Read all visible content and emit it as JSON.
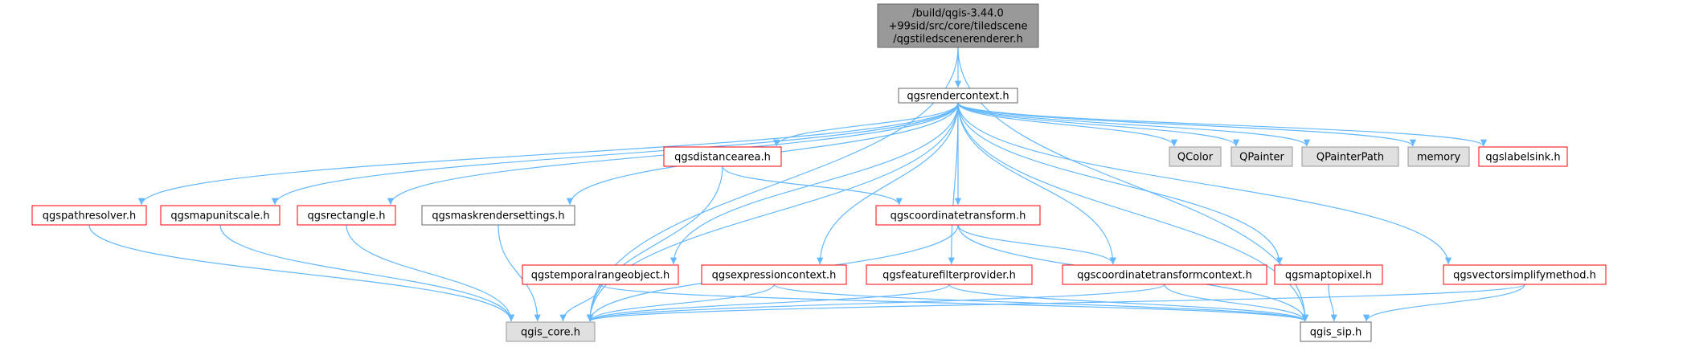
{
  "colors": {
    "edge": "#63b8ff",
    "border_red": "#ff0000",
    "border_gray": "#999999",
    "border_dark": "#666666",
    "fill_root": "#999999",
    "fill_gray": "#e0e0e0",
    "fill_white": "#ffffff",
    "text": "#000000"
  },
  "nodes": [
    {
      "id": "root",
      "lines": [
        "/build/qgis-3.44.0",
        "+99sid/src/core/tiledscene",
        "/qgstiledscenerenderer.h"
      ],
      "style": "root"
    },
    {
      "id": "rc",
      "lines": [
        "qgsrendercontext.h"
      ],
      "style": "plain"
    },
    {
      "id": "qcolor",
      "lines": [
        "QColor"
      ],
      "style": "gray"
    },
    {
      "id": "qpainter",
      "lines": [
        "QPainter"
      ],
      "style": "gray"
    },
    {
      "id": "qpainterpath",
      "lines": [
        "QPainterPath"
      ],
      "style": "gray"
    },
    {
      "id": "memory",
      "lines": [
        "memory"
      ],
      "style": "gray"
    },
    {
      "id": "labelsink",
      "lines": [
        "qgslabelsink.h"
      ],
      "style": "red"
    },
    {
      "id": "distancearea",
      "lines": [
        "qgsdistancearea.h"
      ],
      "style": "red"
    },
    {
      "id": "pathresolver",
      "lines": [
        "qgspathresolver.h"
      ],
      "style": "red"
    },
    {
      "id": "mapunitscale",
      "lines": [
        "qgsmapunitscale.h"
      ],
      "style": "red"
    },
    {
      "id": "rectangle",
      "lines": [
        "qgsrectangle.h"
      ],
      "style": "red"
    },
    {
      "id": "maskrender",
      "lines": [
        "qgsmaskrendersettings.h"
      ],
      "style": "plain"
    },
    {
      "id": "coordtransform",
      "lines": [
        "qgscoordinatetransform.h"
      ],
      "style": "red"
    },
    {
      "id": "temporal",
      "lines": [
        "qgstemporalrangeobject.h"
      ],
      "style": "red"
    },
    {
      "id": "expression",
      "lines": [
        "qgsexpressioncontext.h"
      ],
      "style": "red"
    },
    {
      "id": "featurefilter",
      "lines": [
        "qgsfeaturefilterprovider.h"
      ],
      "style": "red"
    },
    {
      "id": "coordtransformctx",
      "lines": [
        "qgscoordinatetransformcontext.h"
      ],
      "style": "red"
    },
    {
      "id": "maptopixel",
      "lines": [
        "qgsmaptopixel.h"
      ],
      "style": "red"
    },
    {
      "id": "vectorsimplify",
      "lines": [
        "qgsvectorsimplifymethod.h"
      ],
      "style": "red"
    },
    {
      "id": "core",
      "lines": [
        "qgis_core.h"
      ],
      "style": "gray"
    },
    {
      "id": "sip",
      "lines": [
        "qgis_sip.h"
      ],
      "style": "plain"
    }
  ],
  "edges": [
    [
      "root",
      "rc"
    ],
    [
      "root",
      "core"
    ],
    [
      "root",
      "sip"
    ],
    [
      "rc",
      "qcolor"
    ],
    [
      "rc",
      "qpainter"
    ],
    [
      "rc",
      "qpainterpath"
    ],
    [
      "rc",
      "memory"
    ],
    [
      "rc",
      "labelsink"
    ],
    [
      "rc",
      "distancearea"
    ],
    [
      "rc",
      "pathresolver"
    ],
    [
      "rc",
      "mapunitscale"
    ],
    [
      "rc",
      "rectangle"
    ],
    [
      "rc",
      "maskrender"
    ],
    [
      "rc",
      "coordtransform"
    ],
    [
      "rc",
      "temporal"
    ],
    [
      "rc",
      "expression"
    ],
    [
      "rc",
      "featurefilter"
    ],
    [
      "rc",
      "coordtransformctx"
    ],
    [
      "rc",
      "maptopixel"
    ],
    [
      "rc",
      "vectorsimplify"
    ],
    [
      "rc",
      "core"
    ],
    [
      "rc",
      "sip"
    ],
    [
      "distancearea",
      "coordtransform"
    ],
    [
      "distancearea",
      "core"
    ],
    [
      "pathresolver",
      "core"
    ],
    [
      "mapunitscale",
      "core"
    ],
    [
      "rectangle",
      "core"
    ],
    [
      "maskrender",
      "core"
    ],
    [
      "coordtransform",
      "coordtransformctx"
    ],
    [
      "coordtransform",
      "core"
    ],
    [
      "coordtransform",
      "sip"
    ],
    [
      "temporal",
      "core"
    ],
    [
      "temporal",
      "sip"
    ],
    [
      "expression",
      "core"
    ],
    [
      "expression",
      "sip"
    ],
    [
      "featurefilter",
      "core"
    ],
    [
      "featurefilter",
      "sip"
    ],
    [
      "coordtransformctx",
      "core"
    ],
    [
      "coordtransformctx",
      "sip"
    ],
    [
      "maptopixel",
      "sip"
    ],
    [
      "vectorsimplify",
      "core"
    ],
    [
      "vectorsimplify",
      "sip"
    ]
  ]
}
